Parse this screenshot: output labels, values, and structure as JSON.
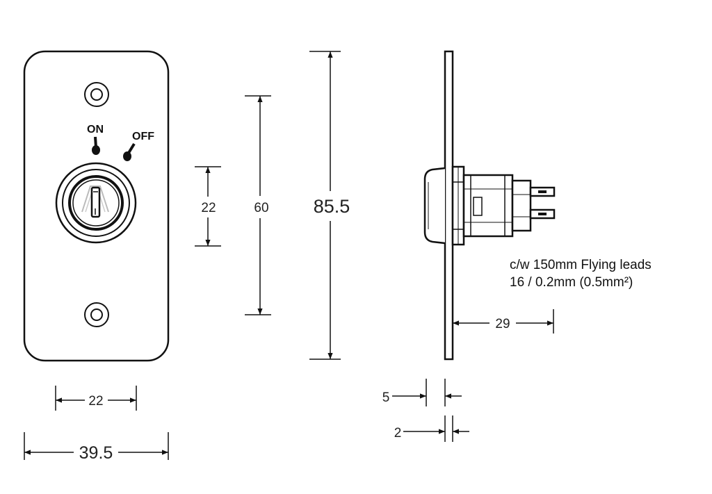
{
  "labels": {
    "on": "ON",
    "off": "OFF",
    "note_line1": "c/w 150mm Flying leads",
    "note_line2": "16 / 0.2mm (0.5mm²)"
  },
  "dimensions": {
    "hole_spacing": "22",
    "switch_pitch": "60",
    "plate_height": "85.5",
    "inner_width": "22",
    "plate_width": "39.5",
    "body_depth": "29",
    "bezel_depth": "5",
    "plate_thickness": "2"
  }
}
